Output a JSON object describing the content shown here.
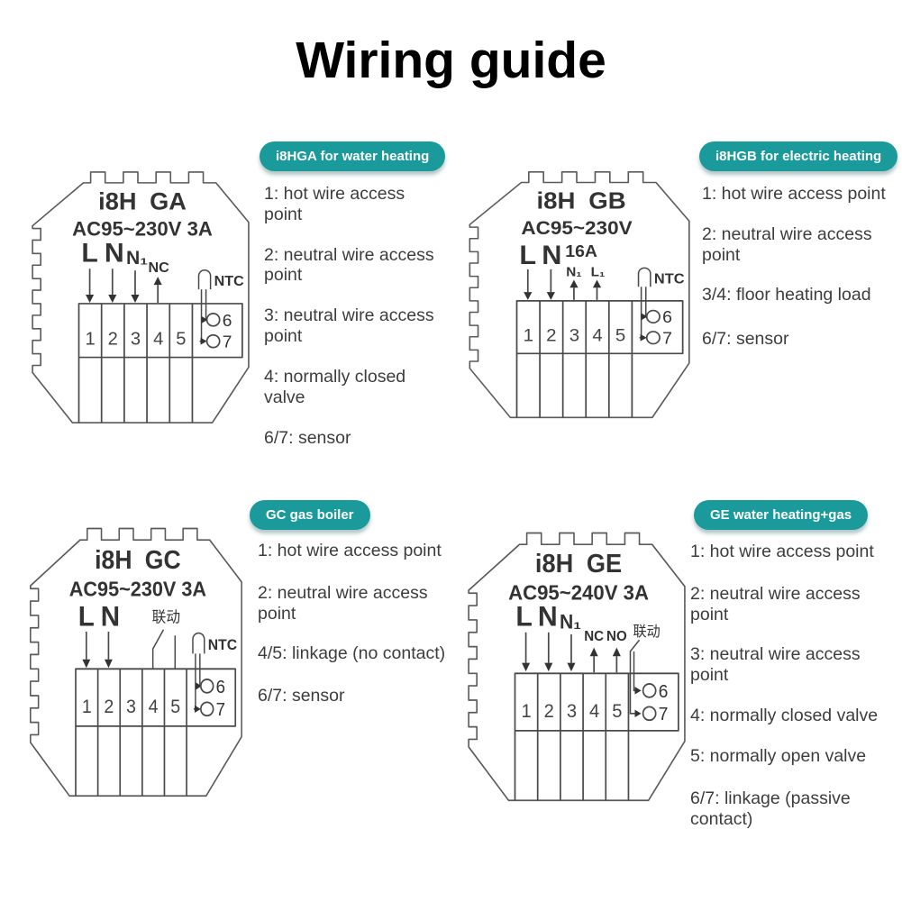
{
  "page": {
    "title": "Wiring guide"
  },
  "theme": {
    "badge_color": "#1b9a9b"
  },
  "sections": {
    "ga": {
      "badge": "i8HGA for water heating",
      "items": [
        "1: hot wire access point",
        "2: neutral wire access point",
        "3: neutral wire access point",
        "4: normally closed valve",
        "6/7: sensor"
      ],
      "diagram": {
        "model": "i8H GA",
        "rating": "AC95~230V 3A",
        "labels": {
          "l": "L",
          "n": "N",
          "n1": "N₁",
          "nc": "NC"
        },
        "sensor": "NTC",
        "terminals": [
          "1",
          "2",
          "3",
          "4",
          "5"
        ],
        "out6": "6",
        "out7": "7"
      }
    },
    "gb": {
      "badge": "i8HGB for electric heating",
      "items": [
        "1: hot wire access point",
        "2: neutral wire access point",
        "3/4: floor heating load",
        "6/7: sensor"
      ],
      "diagram": {
        "model": "i8H GB",
        "rating": "AC95~230V",
        "labels": {
          "l": "L",
          "n": "N",
          "amp": "16A",
          "n1": "N₁",
          "l1": "L₁"
        },
        "sensor": "NTC",
        "terminals": [
          "1",
          "2",
          "3",
          "4",
          "5"
        ],
        "out6": "6",
        "out7": "7"
      }
    },
    "gc": {
      "badge": "GC gas boiler",
      "items": [
        "1: hot wire access point",
        "2: neutral wire access point",
        "4/5: linkage (no contact)",
        "6/7: sensor"
      ],
      "diagram": {
        "model": "i8H GC",
        "rating": "AC95~230V 3A",
        "labels": {
          "l": "L",
          "n": "N",
          "linkage": "联动"
        },
        "sensor": "NTC",
        "terminals": [
          "1",
          "2",
          "3",
          "4",
          "5"
        ],
        "out6": "6",
        "out7": "7"
      }
    },
    "ge": {
      "badge": "GE water heating+gas",
      "items": [
        "1: hot wire access point",
        "2: neutral wire access point",
        "3: neutral wire access point",
        "4: normally closed valve",
        "5: normally open valve",
        "6/7: linkage (passive contact)"
      ],
      "diagram": {
        "model": "i8H GE",
        "rating": "AC95~240V 3A",
        "labels": {
          "l": "L",
          "n": "N",
          "n1": "N₁",
          "nc": "NC",
          "no": "NO",
          "linkage": "联动"
        },
        "terminals": [
          "1",
          "2",
          "3",
          "4",
          "5"
        ],
        "out6": "6",
        "out7": "7"
      }
    }
  }
}
